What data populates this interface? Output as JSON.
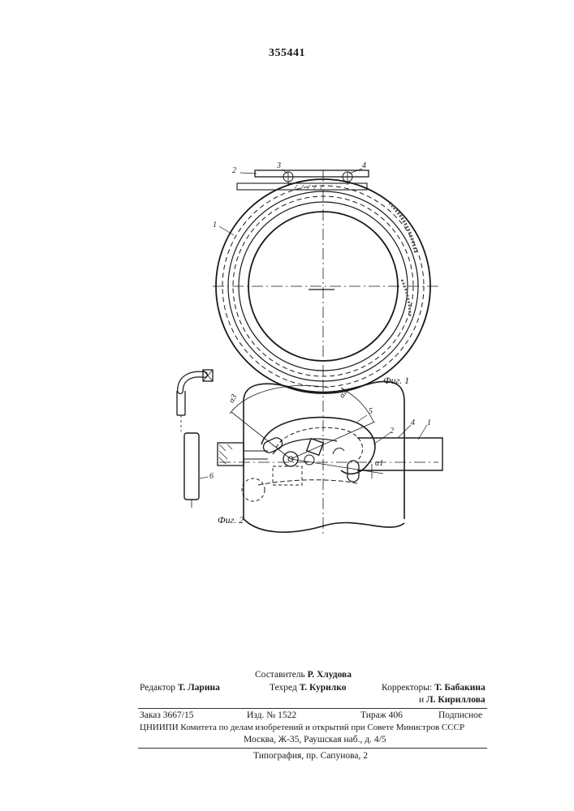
{
  "header": {
    "patent_number": "355441"
  },
  "figures": {
    "fig1": {
      "label": "Фиг. 1",
      "callouts": [
        "2",
        "3",
        "4",
        "1"
      ]
    },
    "fig2": {
      "label": "Фиг. 2",
      "callouts": [
        "5",
        "2",
        "4",
        "1",
        "6"
      ],
      "angles": [
        "α3",
        "α2",
        "α1"
      ]
    }
  },
  "imprint": {
    "compiler_label": "Составитель",
    "compiler_name": "Р. Хлудова",
    "editor_label": "Редактор",
    "editor_name": "Т. Ларина",
    "techred_label": "Техред",
    "techred_name": "Т. Курилко",
    "correctors_label": "Корректоры:",
    "corrector1": "Т. Бабакина",
    "corrector2_prefix": "и",
    "corrector2": "Л. Кириллова",
    "order": "Заказ 3667/15",
    "edition": "Изд. № 1522",
    "circulation": "Тираж 406",
    "subscription": "Подписное",
    "org_line": "ЦНИИПИ Комитета по делам изобретений и открытий при Совете Министров СССР",
    "address_line": "Москва, Ж-35, Раушская наб., д. 4/5",
    "printing_line": "Типография, пр. Сапунова, 2"
  }
}
